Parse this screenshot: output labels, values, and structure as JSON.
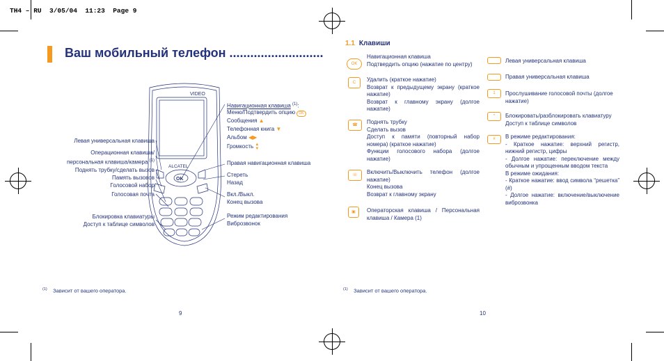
{
  "header": "TH4 – RU  3/05/04  11:23  Page 9",
  "left_page": {
    "title": "Ваш мобильный телефон ...........................",
    "labels_left": {
      "left_soft": "Левая универсальная клавиша",
      "operator_1": "Операционная клавиша/",
      "operator_2": "персональная клавиша/камера",
      "operator_sup": "(1)",
      "pickup": "Поднять трубку/сделать вызов",
      "call_memory": "Память вызовов",
      "voice_dial": "Голосовой набор",
      "voicemail": "Голосовая почта",
      "keypad_lock": "Блокировка клавиатуры",
      "symbols": "Доступ к таблице символов"
    },
    "labels_right": {
      "nav_key": "Навигационная клавиша",
      "nav_sup": "(1)",
      "nav_colon": ":",
      "menu_confirm": "Меню/Подтвердить опцию",
      "messages": "Сообщения",
      "phonebook": "Телефонная книга",
      "album": "Альбом",
      "volume": "Громкость",
      "right_nav": "Правая навигационная клавиша",
      "erase": "Стереть",
      "back": "Назад",
      "onoff": "Вкл./Выкл.",
      "end_call": "Конец вызова",
      "edit_mode": "Режим редактирования",
      "vibra": "Виброзвонок"
    },
    "phone_text": {
      "brand": "ALCATEL",
      "video": "VIDEO",
      "ok": "OK"
    },
    "footnote_mark": "(1)",
    "footnote": "Зависит от вашего оператора.",
    "page_number": "9"
  },
  "right_page": {
    "section_number": "1.1",
    "section_title": "Клавиши",
    "col1": [
      {
        "icon": "ok-icon",
        "icon_text": "OK",
        "lines": [
          "Навигационная клавиша",
          "Подтвердить опцию (нажатие по центру)"
        ]
      },
      {
        "icon": "clear-key-icon",
        "icon_text": "C",
        "lines": [
          "Удалить (краткое нажатие)",
          "Возврат к предыдущему экрану (краткое нажатие)",
          "Возврат к главному экрану (долгое нажатие)"
        ]
      },
      {
        "icon": "send-key-icon",
        "icon_text": "",
        "lines": [
          "Поднять трубку",
          "Сделать вызов",
          "Доступ к памяти (повторный набор номера) (краткое нажатие)",
          "Функции голосового набора (долгое нажатие)"
        ]
      },
      {
        "icon": "end-key-icon",
        "icon_text": "",
        "lines": [
          "Включить/Выключить телефон (долгое нажатие)",
          "Конец вызова",
          "Возврат к главному экрану"
        ]
      },
      {
        "icon": "camera-key-icon",
        "icon_text": "",
        "lines": [
          "Операторская клавиша / Персональная клавиша / Камера (1)"
        ]
      }
    ],
    "col2": [
      {
        "icon": "left-soft-key-icon",
        "lines": [
          "Левая универсальная клавиша"
        ]
      },
      {
        "icon": "right-soft-key-icon",
        "lines": [
          "Правая универсальная клавиша"
        ]
      },
      {
        "icon": "voicemail-key-icon",
        "icon_text": "1",
        "lines": [
          "Прослушивание голосовой почты (долгое нажатие)"
        ]
      },
      {
        "icon": "star-key-icon",
        "icon_text": "*",
        "lines": [
          "Блокировать/разблокировать клавиатуру",
          "Доступ к таблице символов"
        ]
      },
      {
        "icon": "hash-key-icon",
        "icon_text": "#",
        "lines": [
          "В режиме редактирования:",
          "- Краткое нажатие: верхний регистр, нижний регистр, цифры",
          "- Долгое нажатие: переключение между обычным и упрощенным вводом текста",
          "В режиме ожидания:",
          "- Краткое нажатие: ввод символа “решетка” (#)",
          "- Долгое нажатие: включение/выключение виброзвонка"
        ]
      }
    ],
    "footnote_mark": "(1)",
    "footnote": "Зависит от вашего оператора.",
    "page_number": "10"
  }
}
